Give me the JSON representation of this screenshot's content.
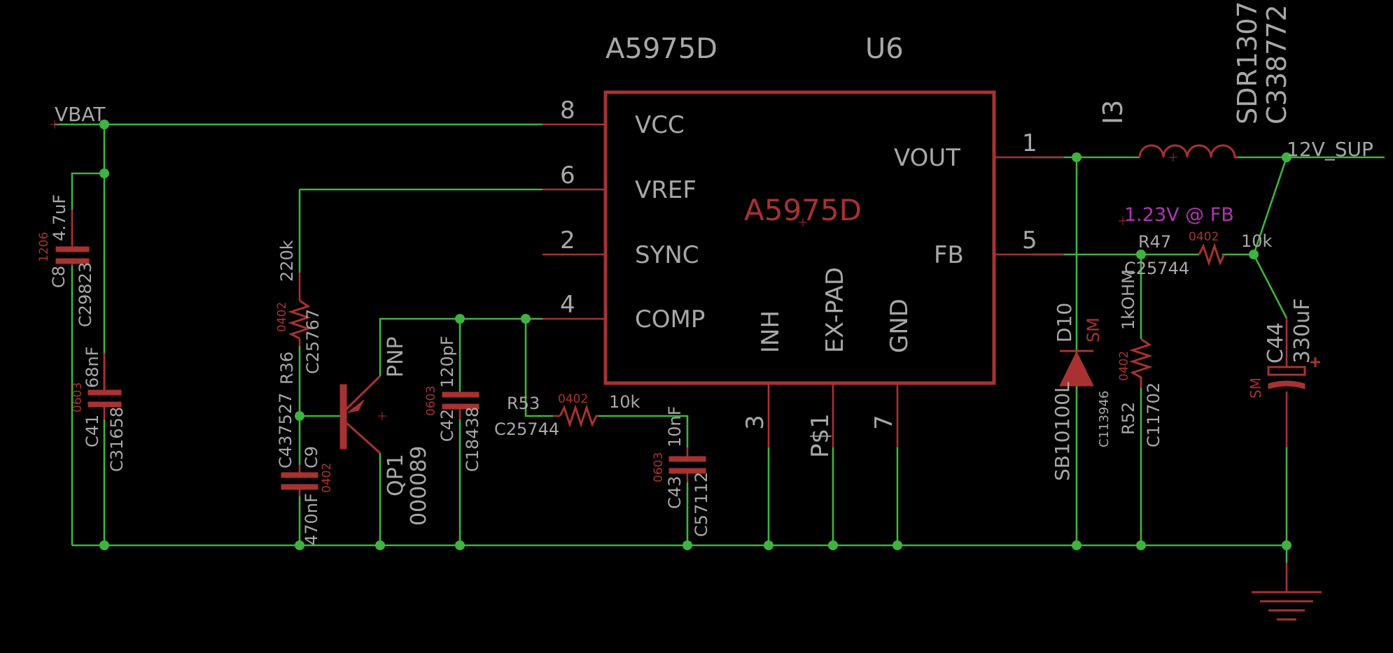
{
  "ic": {
    "value": "A5975D",
    "name": "U6",
    "center_label": "A5975D",
    "pins": [
      {
        "num": "8",
        "label": "VCC"
      },
      {
        "num": "6",
        "label": "VREF"
      },
      {
        "num": "2",
        "label": "SYNC"
      },
      {
        "num": "4",
        "label": "COMP"
      },
      {
        "num": "1",
        "label": "VOUT"
      },
      {
        "num": "5",
        "label": "FB"
      },
      {
        "num": "3",
        "label": "INH"
      },
      {
        "num": "P$1",
        "label": "EX-PAD"
      },
      {
        "num": "7",
        "label": "GND"
      }
    ]
  },
  "nets": {
    "vbat": "VBAT",
    "out": "12V_SUP"
  },
  "annotation": "1.23V @ FB",
  "parts": {
    "c8": {
      "name": "C8",
      "value": "4.7uF",
      "pkg": "1206",
      "lcsc": "C29823"
    },
    "c41": {
      "name": "C41",
      "value": "68nF",
      "pkg": "0603",
      "lcsc": "C31658"
    },
    "r36": {
      "name": "R36",
      "value": "220k",
      "pkg": "0402",
      "lcsc": "C25767"
    },
    "c9": {
      "name": "C9",
      "value": "470nF",
      "pkg": "0402",
      "lcsc": "C437527"
    },
    "qp1": {
      "name": "QP1",
      "value": "000089",
      "type": "PNP"
    },
    "c42": {
      "name": "C42",
      "value": "120pF",
      "pkg": "0603",
      "lcsc": "C18438"
    },
    "r53": {
      "name": "R53",
      "value": "10k",
      "pkg": "0402",
      "lcsc": "C25744"
    },
    "c43": {
      "name": "C43",
      "value": "10nF",
      "pkg": "0603",
      "lcsc": "C57112"
    },
    "i3": {
      "name": "I3",
      "value": "SDR1307",
      "lcsc": "C338772"
    },
    "d10": {
      "name": "D10",
      "value": "SB10100L",
      "pkg": "SM",
      "lcsc": "C113946"
    },
    "r47": {
      "name": "R47",
      "value": "10k",
      "pkg": "0402",
      "lcsc": "C25744"
    },
    "r52": {
      "name": "R52",
      "value": "1kOHM",
      "pkg": "0402",
      "lcsc": "C11702"
    },
    "c44": {
      "name": "C44",
      "value": "330uF",
      "pkg": "SM"
    }
  }
}
